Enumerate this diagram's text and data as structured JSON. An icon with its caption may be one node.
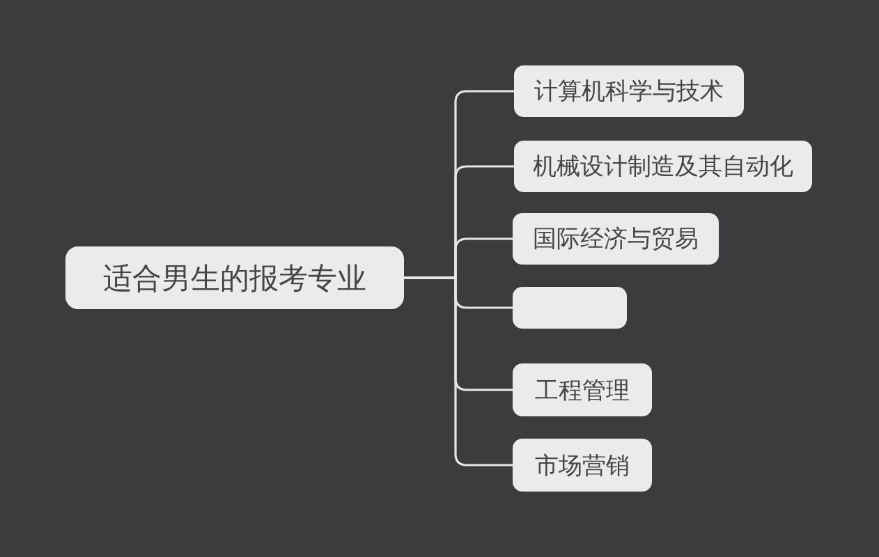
{
  "diagram": {
    "nodes": [
      {
        "text": [
          "适合男生的报考专业"
        ]
      },
      {
        "text": [
          "计算机科学与技术"
        ]
      },
      {
        "text": [
          "机械设计制造及其自动化"
        ]
      },
      {
        "text": [
          "国际经济与贸易"
        ]
      },
      {
        "text": [],
        "shape": "box"
      },
      {
        "text": [
          "工程管理"
        ]
      },
      {
        "text": [
          "市场营销"
        ]
      }
    ],
    "edges": [
      {
        "from": 0,
        "to": 1,
        "arrow": "none"
      },
      {
        "from": 0,
        "to": 2,
        "arrow": "none"
      },
      {
        "from": 0,
        "to": 3,
        "arrow": "none"
      },
      {
        "from": 0,
        "to": 4,
        "arrow": "none"
      },
      {
        "from": 0,
        "to": 5,
        "arrow": "none"
      },
      {
        "from": 0,
        "to": 6,
        "arrow": "none"
      }
    ]
  }
}
